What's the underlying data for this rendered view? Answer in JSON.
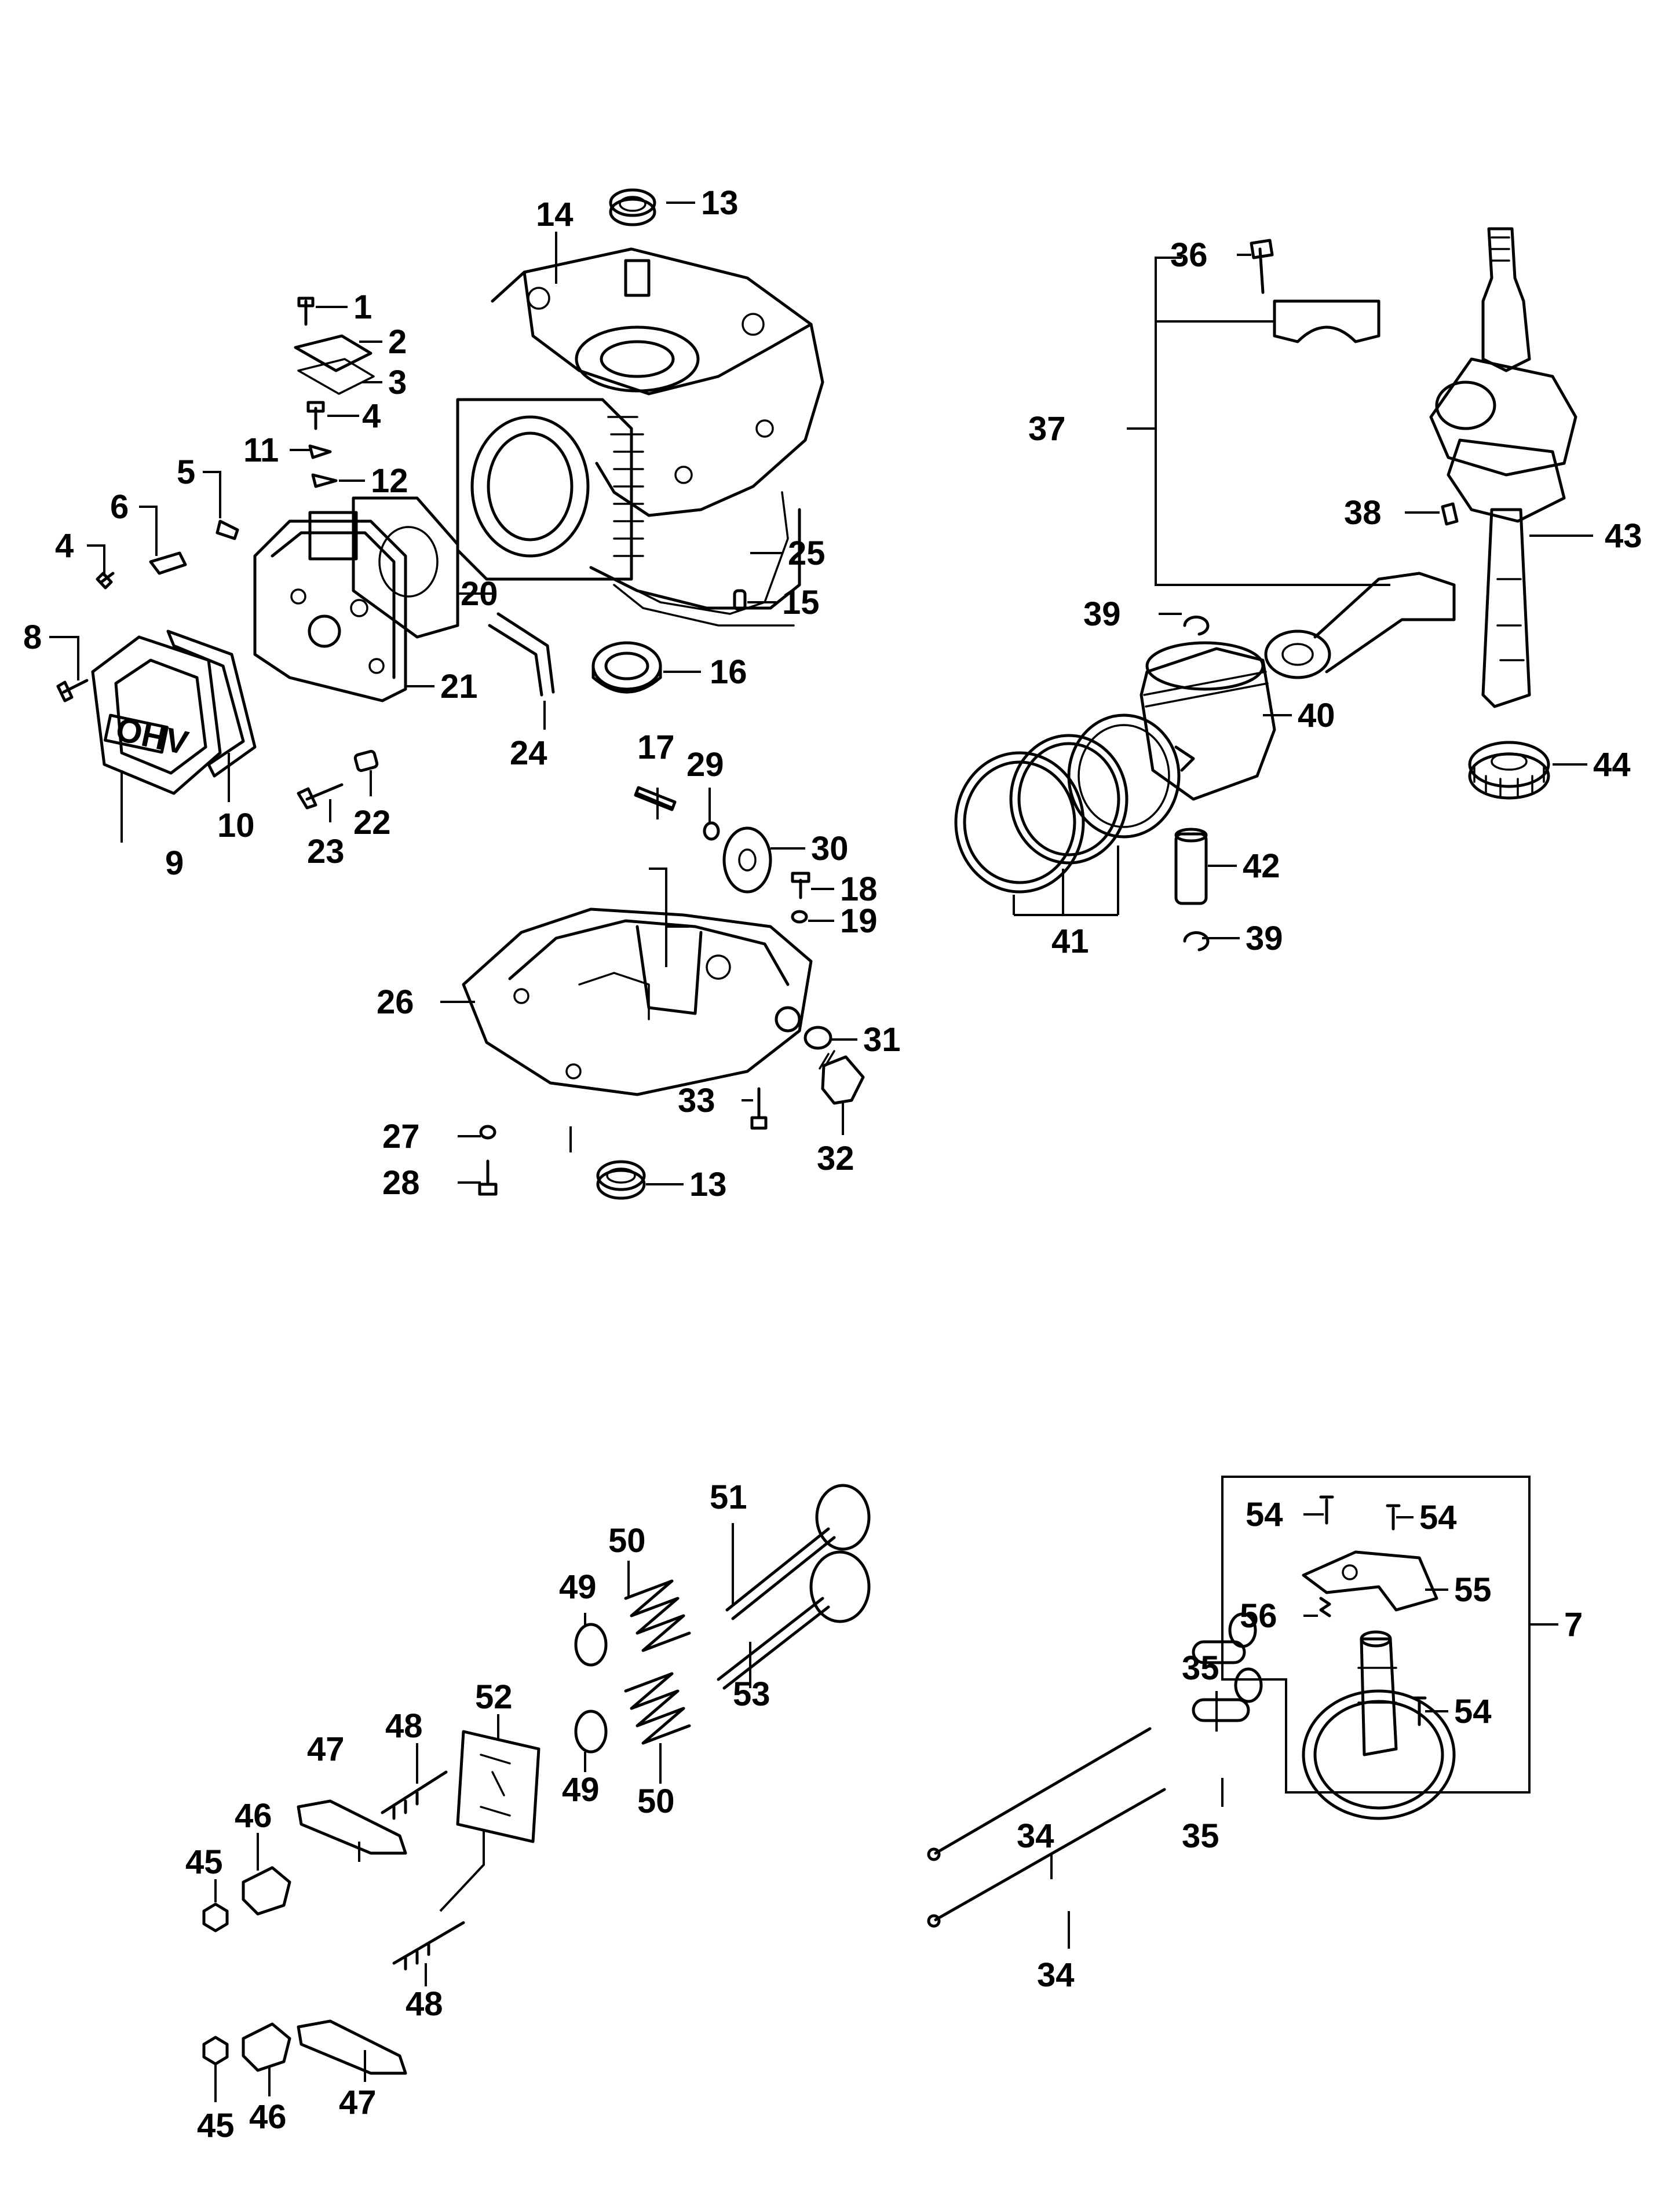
{
  "labels": {
    "l1": "1",
    "l2": "2",
    "l3": "3",
    "l4a": "4",
    "l4b": "4",
    "l5": "5",
    "l6": "6",
    "l7": "7",
    "l8": "8",
    "l9": "9",
    "l10": "10",
    "l11": "11",
    "l12": "12",
    "l13a": "13",
    "l13b": "13",
    "l14": "14",
    "l15": "15",
    "l16": "16",
    "l17": "17",
    "l18": "18",
    "l19": "19",
    "l20": "20",
    "l21": "21",
    "l22": "22",
    "l23": "23",
    "l24": "24",
    "l25": "25",
    "l26": "26",
    "l27": "27",
    "l28": "28",
    "l29": "29",
    "l30": "30",
    "l31": "31",
    "l32": "32",
    "l33": "33",
    "l34a": "34",
    "l34b": "34",
    "l35a": "35",
    "l35b": "35",
    "l36": "36",
    "l37": "37",
    "l38": "38",
    "l39a": "39",
    "l39b": "39",
    "l40": "40",
    "l41": "41",
    "l42": "42",
    "l43": "43",
    "l44": "44",
    "l45a": "45",
    "l45b": "45",
    "l46a": "46",
    "l46b": "46",
    "l47a": "47",
    "l47b": "47",
    "l48a": "48",
    "l48b": "48",
    "l49a": "49",
    "l49b": "49",
    "l50a": "50",
    "l50b": "50",
    "l51": "51",
    "l52": "52",
    "l53": "53",
    "l54a": "54",
    "l54b": "54",
    "l54c": "54",
    "l55": "55",
    "l56": "56"
  },
  "valve_cover_mark": "OHV"
}
